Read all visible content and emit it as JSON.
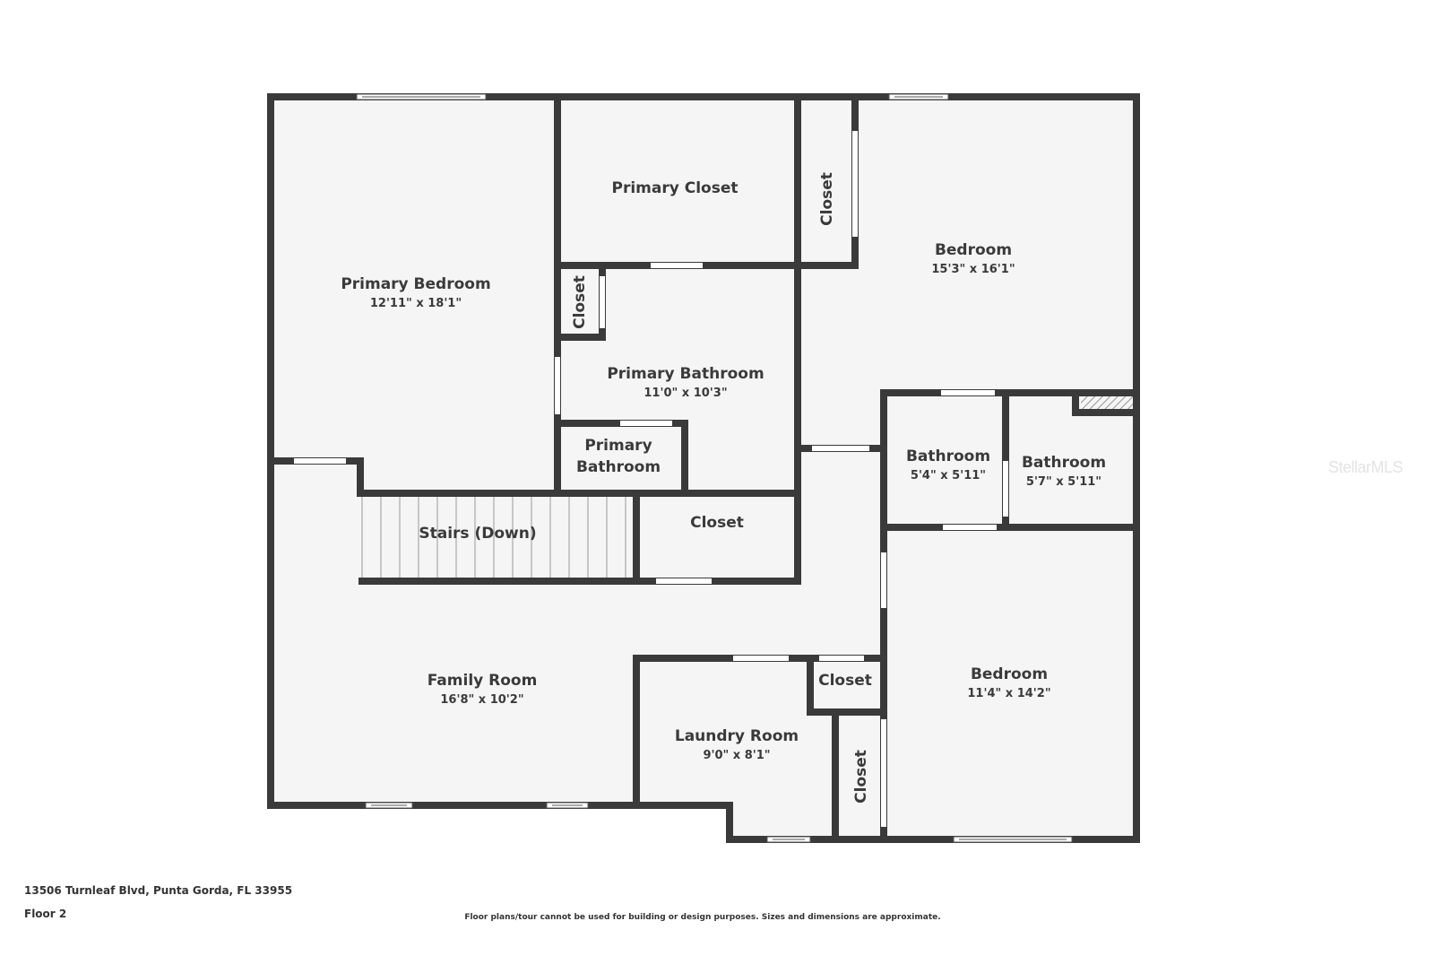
{
  "rooms": {
    "primary_bedroom": {
      "name": "Primary Bedroom",
      "dims": "12'11\" x 18'1\""
    },
    "primary_closet": {
      "name": "Primary Closet"
    },
    "closet_top": {
      "name": "Closet"
    },
    "bedroom_1": {
      "name": "Bedroom",
      "dims": "15'3\" x 16'1\""
    },
    "closet_small": {
      "name": "Closet"
    },
    "primary_bathroom": {
      "name": "Primary Bathroom",
      "dims": "11'0\" x 10'3\""
    },
    "primary_bathroom_wc": {
      "name_line1": "Primary",
      "name_line2": "Bathroom"
    },
    "bathroom_1": {
      "name": "Bathroom",
      "dims": "5'4\" x 5'11\""
    },
    "bathroom_2": {
      "name": "Bathroom",
      "dims": "5'7\" x 5'11\""
    },
    "stairs": {
      "name": "Stairs (Down)"
    },
    "closet_mid": {
      "name": "Closet"
    },
    "family_room": {
      "name": "Family Room",
      "dims": "16'8\" x 10'2\""
    },
    "laundry_room": {
      "name": "Laundry Room",
      "dims": "9'0\" x 8'1\""
    },
    "closet_laundry": {
      "name": "Closet"
    },
    "closet_vertical": {
      "name": "Closet"
    },
    "bedroom_2": {
      "name": "Bedroom",
      "dims": "11'4\" x 14'2\""
    }
  },
  "footer": {
    "address": "13506 Turnleaf Blvd, Punta Gorda, FL 33955",
    "floor": "Floor 2",
    "disclaimer": "Floor plans/tour cannot be used for building or design purposes. Sizes and dimensions are approximate."
  },
  "watermark": "StellarMLS",
  "colors": {
    "wall": "#3a3a3a",
    "floor": "#f5f5f5",
    "background": "#ffffff"
  }
}
